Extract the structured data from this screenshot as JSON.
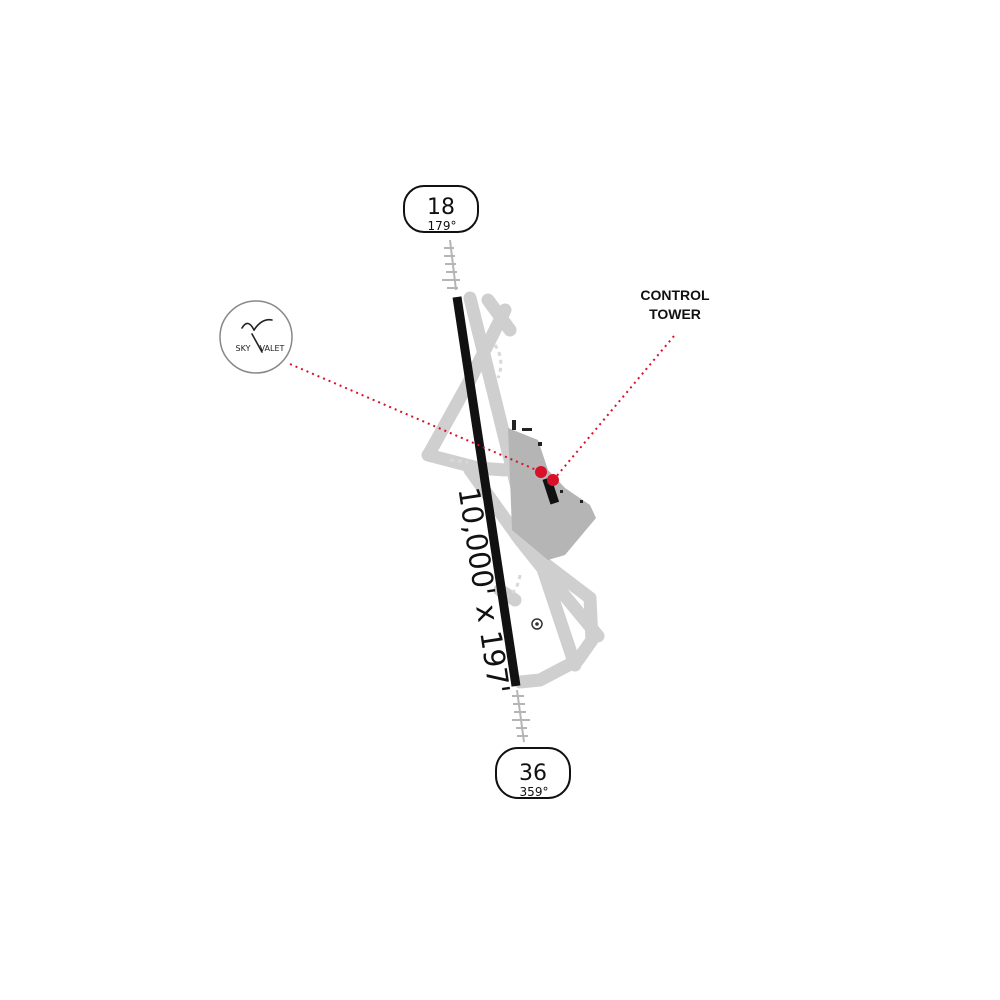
{
  "runway": {
    "north_end": {
      "number": "18",
      "heading": "179°"
    },
    "south_end": {
      "number": "36",
      "heading": "359°"
    },
    "dimensions": "10,000' x 197'"
  },
  "callouts": {
    "control_tower": "CONTROL TOWER",
    "control_tower_line1": "CONTROL",
    "control_tower_line2": "TOWER"
  },
  "logo": {
    "text_left": "SKY",
    "text_right": "VALET",
    "full": "SKYVALET"
  },
  "colors": {
    "runway": "#111111",
    "taxiway": "#cfcfcf",
    "apron": "#b5b5b5",
    "marker": "#d9102a",
    "leader_line": "#d9102a"
  }
}
